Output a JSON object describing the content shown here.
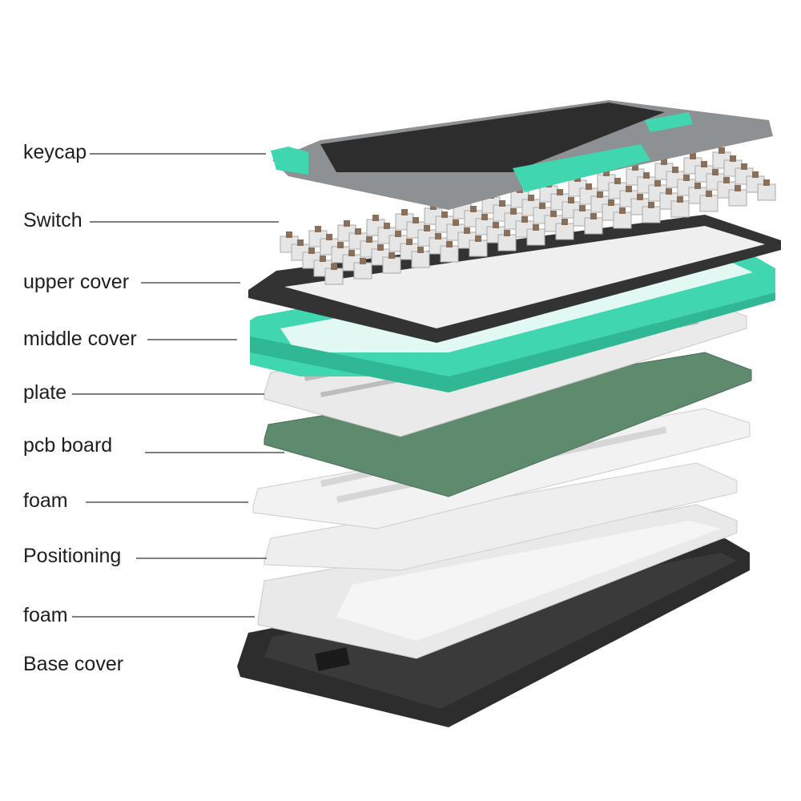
{
  "labels": {
    "keycap": "keycap",
    "switch": "Switch",
    "upper_cover": "upper cover",
    "middle_cover": "middle cover",
    "plate": "plate",
    "pcb_board": "pcb board",
    "foam_top": "foam",
    "positioning": "Positioning",
    "foam_bottom": "foam",
    "base_cover": "Base cover"
  },
  "colors": {
    "accent": "#3fd6b0",
    "dark": "#2d2d2d",
    "grey": "#8e9193",
    "pcb": "#5e8a6e",
    "light": "#ececec"
  }
}
